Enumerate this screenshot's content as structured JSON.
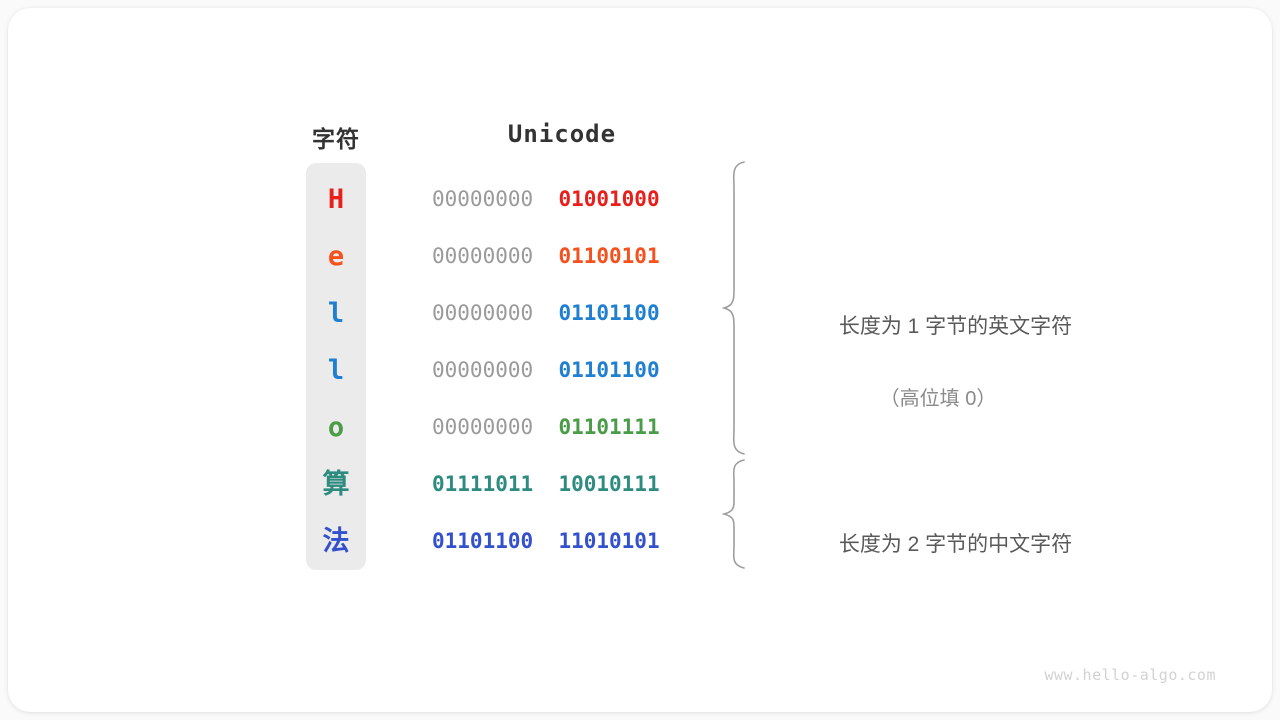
{
  "figure": {
    "headers": {
      "char": "字符",
      "unicode": "Unicode"
    },
    "rows": [
      {
        "char": "H",
        "script": "latin",
        "color": "#e8201c",
        "high_byte": "00000000",
        "low_byte": "01001000",
        "high_dim": true
      },
      {
        "char": "e",
        "script": "latin",
        "color": "#f4511e",
        "high_byte": "00000000",
        "low_byte": "01100101",
        "high_dim": true
      },
      {
        "char": "l",
        "script": "latin",
        "color": "#1f7fd0",
        "high_byte": "00000000",
        "low_byte": "01101100",
        "high_dim": true
      },
      {
        "char": "l",
        "script": "latin",
        "color": "#1f7fd0",
        "high_byte": "00000000",
        "low_byte": "01101100",
        "high_dim": true
      },
      {
        "char": "o",
        "script": "latin",
        "color": "#4a9c48",
        "high_byte": "00000000",
        "low_byte": "01101111",
        "high_dim": true
      },
      {
        "char": "算",
        "script": "han",
        "color": "#2e8b80",
        "high_byte": "01111011",
        "low_byte": "10010111",
        "high_dim": false
      },
      {
        "char": "法",
        "script": "han",
        "color": "#3351cc",
        "high_byte": "01101100",
        "low_byte": "11010101",
        "high_dim": false
      }
    ],
    "annotations": [
      {
        "main": "长度为 1 字节的英文字符",
        "sub": "（高位填 0）"
      },
      {
        "main": "长度为 2 字节的中文字符",
        "sub": ""
      }
    ],
    "watermark": "www.hello-algo.com",
    "colors": {
      "background": "#fafafa",
      "card": "#ffffff",
      "char_panel": "#ebebeb",
      "dim_bits": "#9a9a9a",
      "brace": "#9e9e9e",
      "annotation_text": "#595959",
      "annotation_sub_text": "#8a8a8a",
      "header_text": "#333333",
      "watermark_text": "#d2d2d2"
    }
  }
}
